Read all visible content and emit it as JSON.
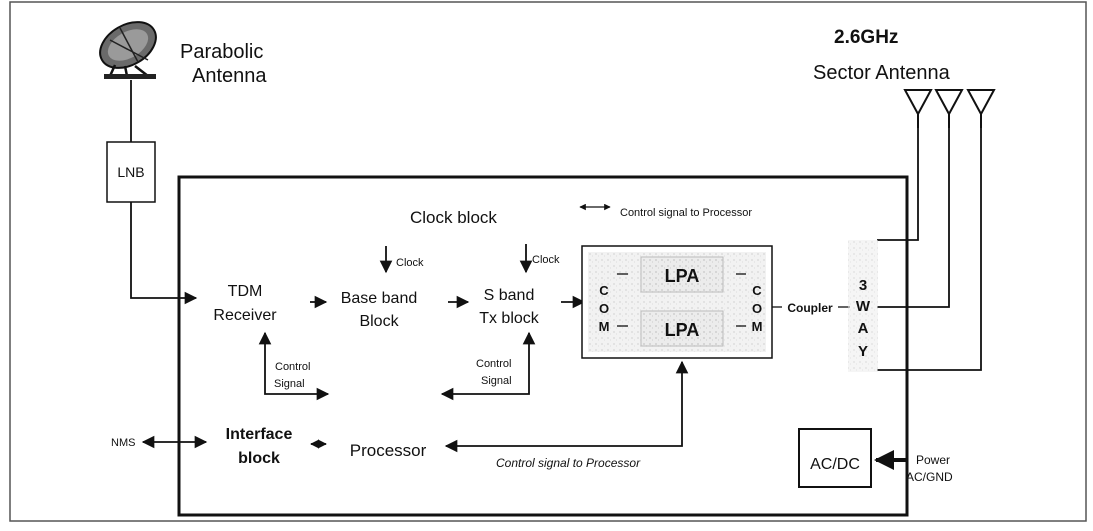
{
  "antenna_dish": {
    "line1": "Parabolic",
    "line2": "Antenna"
  },
  "lnb": "LNB",
  "sector_antenna": {
    "line1": "2.6GHz",
    "line2": "Sector Antenna"
  },
  "clock_block": "Clock block",
  "clock_label_1": "Clock",
  "clock_label_2": "Clock",
  "control_to_processor_top": "Control signal to Processor",
  "tdm_receiver": {
    "line1": "TDM",
    "line2": "Receiver"
  },
  "baseband": {
    "line1": "Base band",
    "line2": "Block"
  },
  "sband": {
    "line1": "S band",
    "line2": "Tx block"
  },
  "lpa_1": "LPA",
  "lpa_2": "LPA",
  "com_left": [
    "C",
    "O",
    "M"
  ],
  "com_right": [
    "C",
    "O",
    "M"
  ],
  "coupler": "Coupler",
  "three_way": [
    "3",
    "W",
    "A",
    "Y"
  ],
  "control_signal_1": {
    "line1": "Control",
    "line2": "Signal"
  },
  "control_signal_2": {
    "line1": "Control",
    "line2": "Signal"
  },
  "nms": "NMS",
  "interface_block": {
    "line1": "Interface",
    "line2": "block"
  },
  "processor": "Processor",
  "control_to_processor_bottom": "Control signal to Processor",
  "acdc": "AC/DC",
  "power": {
    "line1": "Power",
    "line2": "AC/GND"
  }
}
